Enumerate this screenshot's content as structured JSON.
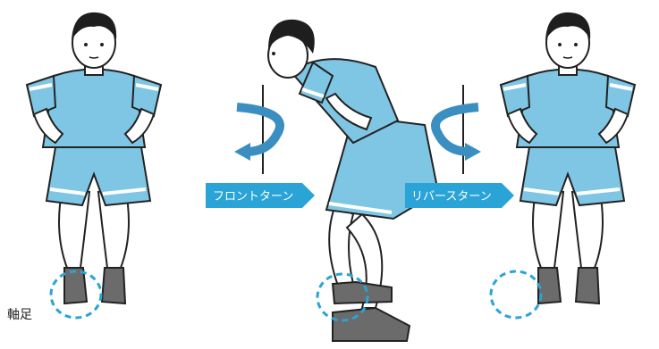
{
  "labels": {
    "front_turn": "フロントターン",
    "reverse_turn": "リバースターン",
    "pivot_foot": "軸足"
  },
  "colors": {
    "shirt": "#7ec6e4",
    "shirt_stripe": "#ffffff",
    "shirt_shadow": "#5fa9cc",
    "arrow_label_bg": "#2aa4d6",
    "rotation_arrow": "#3a8fc0",
    "shoe": "#6b6b6b",
    "circle_dash": "#2aa4d6",
    "skin": "#ffffff",
    "hair": "#1e1e1e"
  },
  "figures": [
    {
      "name": "figure-left",
      "pose": "front-facing"
    },
    {
      "name": "figure-center",
      "pose": "side-bent"
    },
    {
      "name": "figure-right",
      "pose": "front-facing"
    }
  ],
  "icons": [
    "rotation-arrow-icon",
    "axis-line-icon",
    "dashed-circle-icon"
  ]
}
